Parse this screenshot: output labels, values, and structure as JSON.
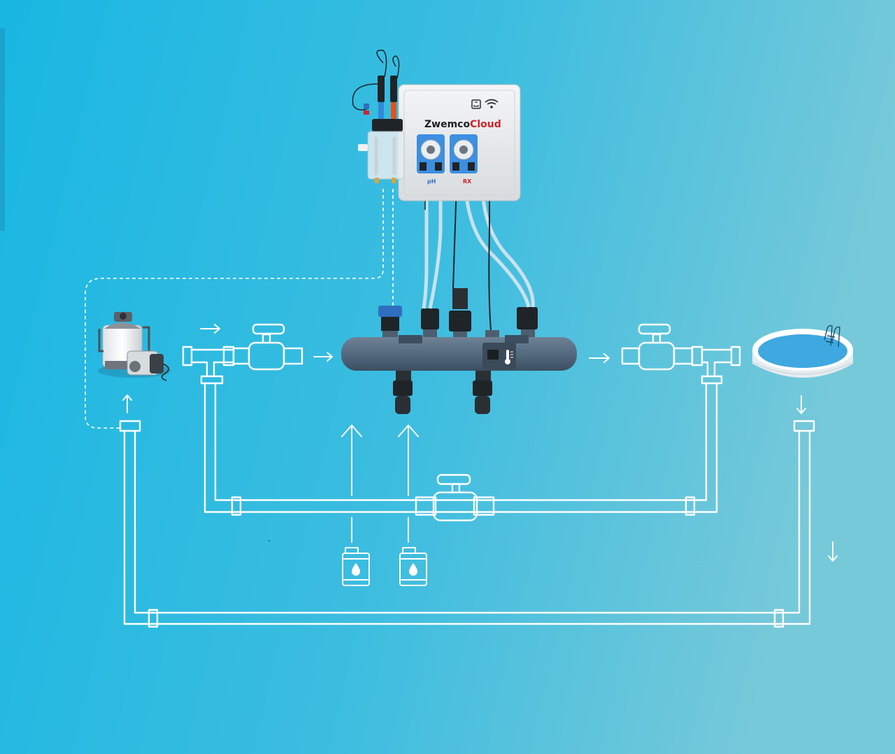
{
  "controller": {
    "brand_part1": "Zwemco",
    "brand_part2": "Cloud",
    "pump_labels": [
      "pH",
      "RX"
    ]
  },
  "icons": [
    "ethernet-icon",
    "wifi-icon",
    "thermometer-icon",
    "drop-icon",
    "ladder-icon"
  ],
  "colors": {
    "background_start": "#19b7e2",
    "background_end": "#76c9d9",
    "manifold": "#536a7f",
    "pump_head": "#3d8fe0",
    "brand_red": "#d1232a",
    "pool_water": "#3fa8e0"
  }
}
